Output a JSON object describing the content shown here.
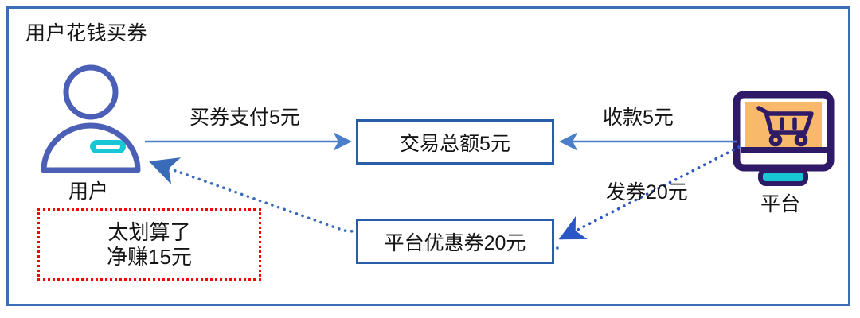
{
  "diagram": {
    "title": "用户花钱买券",
    "type": "flow",
    "frame_color": "#3c6db5",
    "nodes": [
      {
        "id": "user",
        "icon": "user-avatar-icon",
        "caption": "用户",
        "color": "#4a5fb5",
        "badge_color": "#17c8d4"
      },
      {
        "id": "transaction",
        "shape": "rect",
        "label": "交易总额5元",
        "border_color": "#2a5caa"
      },
      {
        "id": "coupon",
        "shape": "rect",
        "label": "平台优惠券20元",
        "border_color": "#2a5caa"
      },
      {
        "id": "platform",
        "icon": "monitor-shopping-cart-icon",
        "caption": "平台",
        "frame_color": "#2e1a66",
        "screen_color": "#f9b96a",
        "stand_color": "#17c8d4"
      }
    ],
    "edges": [
      {
        "id": "pay",
        "label": "买券支付5元",
        "from": "user",
        "to": "transaction",
        "style": "solid",
        "color": "#4a7ec8",
        "arrow": "right"
      },
      {
        "id": "receive",
        "label": "收款5元",
        "from": "platform",
        "to": "transaction",
        "style": "solid",
        "color": "#4a7ec8",
        "arrow": "left"
      },
      {
        "id": "issue",
        "label": "发券20元",
        "from": "platform",
        "to": "coupon",
        "style": "dotted",
        "color": "#2a56c6",
        "arrow": "left"
      },
      {
        "id": "grant",
        "label": "",
        "from": "coupon",
        "to": "user",
        "style": "dotted",
        "color": "#3a6bb8",
        "arrow": "left"
      }
    ],
    "callout": {
      "id": "savings",
      "border_color": "#ff0000",
      "border_style": "dotted",
      "line1": "太划算了",
      "line2": "净赚15元"
    }
  }
}
